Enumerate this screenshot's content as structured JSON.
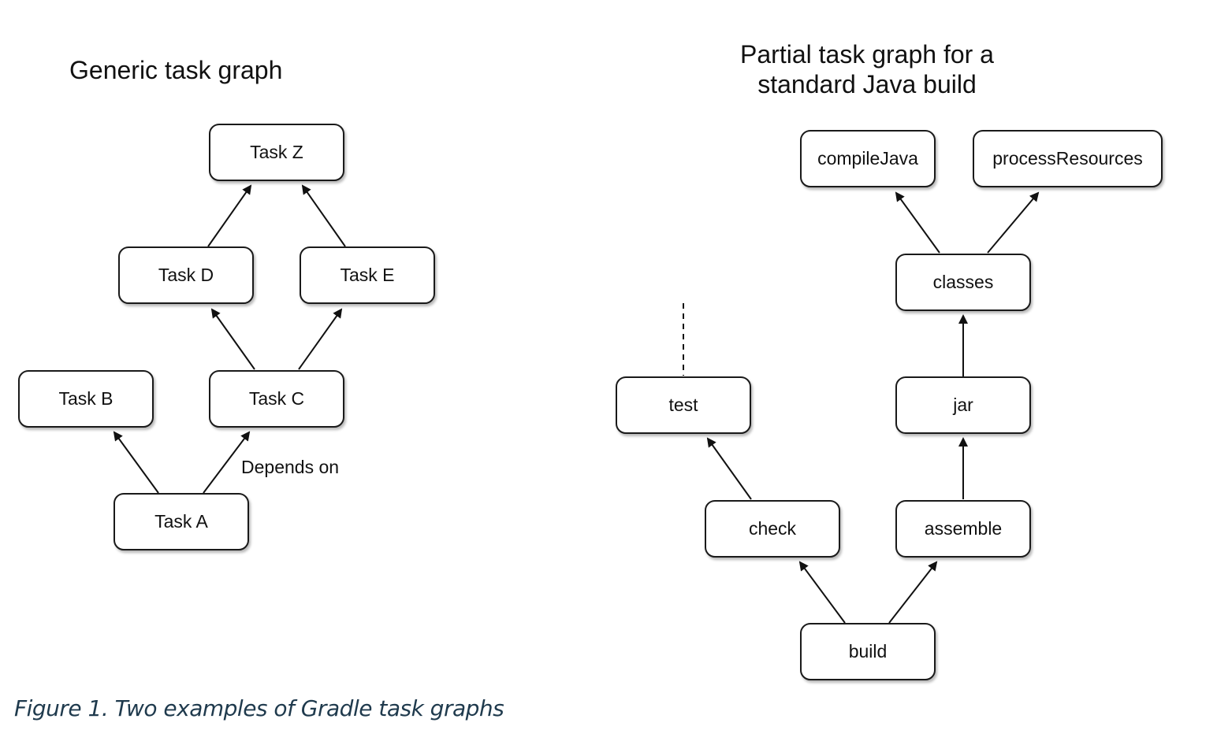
{
  "left_graph": {
    "title": "Generic task graph",
    "nodes": {
      "task_z": "Task Z",
      "task_d": "Task D",
      "task_e": "Task E",
      "task_b": "Task B",
      "task_c": "Task C",
      "task_a": "Task A"
    },
    "edge_label": "Depends on",
    "edges": [
      [
        "task_d",
        "task_z"
      ],
      [
        "task_e",
        "task_z"
      ],
      [
        "task_c",
        "task_d"
      ],
      [
        "task_c",
        "task_e"
      ],
      [
        "task_a",
        "task_b"
      ],
      [
        "task_a",
        "task_c"
      ]
    ]
  },
  "right_graph": {
    "title_line1": "Partial task graph for a",
    "title_line2": "standard Java build",
    "nodes": {
      "compile_java": "compileJava",
      "process_resources": "processResources",
      "classes": "classes",
      "test": "test",
      "jar": "jar",
      "check": "check",
      "assemble": "assemble",
      "build": "build"
    },
    "edges": [
      [
        "classes",
        "compile_java"
      ],
      [
        "classes",
        "process_resources"
      ],
      [
        "jar",
        "classes"
      ],
      [
        "assemble",
        "jar"
      ],
      [
        "check",
        "test"
      ],
      [
        "build",
        "check"
      ],
      [
        "build",
        "assemble"
      ]
    ]
  },
  "caption": "Figure 1. Two examples of Gradle task graphs",
  "colors": {
    "stroke": "#1a1a1a",
    "text": "#111111",
    "caption": "#1f3a4d"
  }
}
